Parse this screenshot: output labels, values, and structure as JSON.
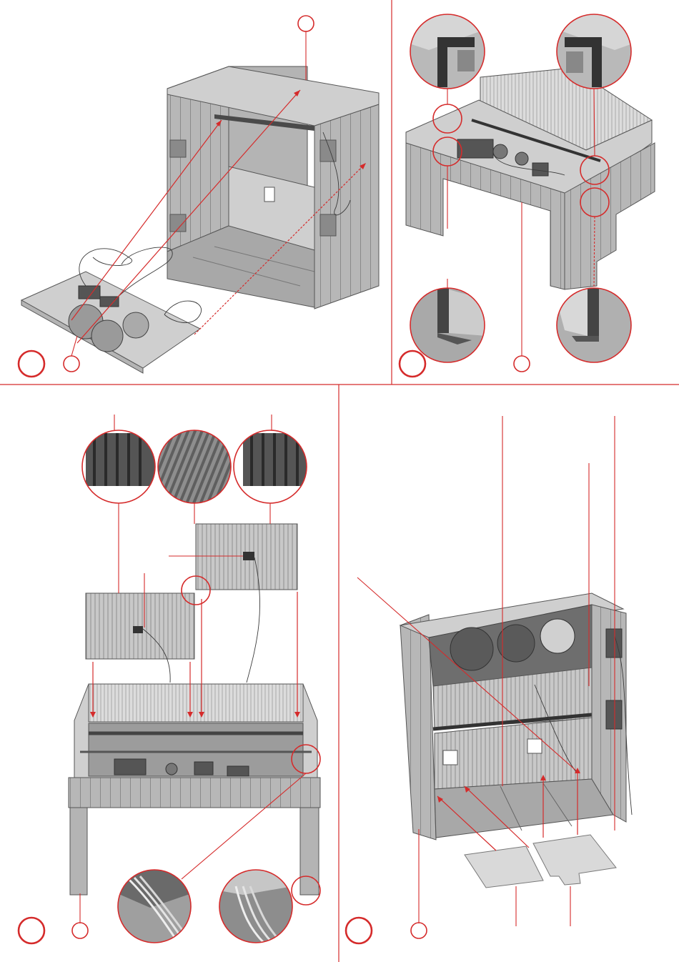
{
  "figure": {
    "accent_color": "#d52b2b",
    "panel_count": 4,
    "step_markers": [
      {
        "id": "step-1",
        "label": ""
      },
      {
        "id": "step-2",
        "label": ""
      },
      {
        "id": "step-3",
        "label": ""
      },
      {
        "id": "step-4",
        "label": ""
      }
    ],
    "part_callouts": [
      {
        "id": "callout-a",
        "label": ""
      },
      {
        "id": "callout-b",
        "label": ""
      },
      {
        "id": "callout-c",
        "label": ""
      },
      {
        "id": "callout-d",
        "label": ""
      },
      {
        "id": "callout-e",
        "label": ""
      },
      {
        "id": "callout-f",
        "label": ""
      },
      {
        "id": "callout-g",
        "label": ""
      }
    ]
  }
}
